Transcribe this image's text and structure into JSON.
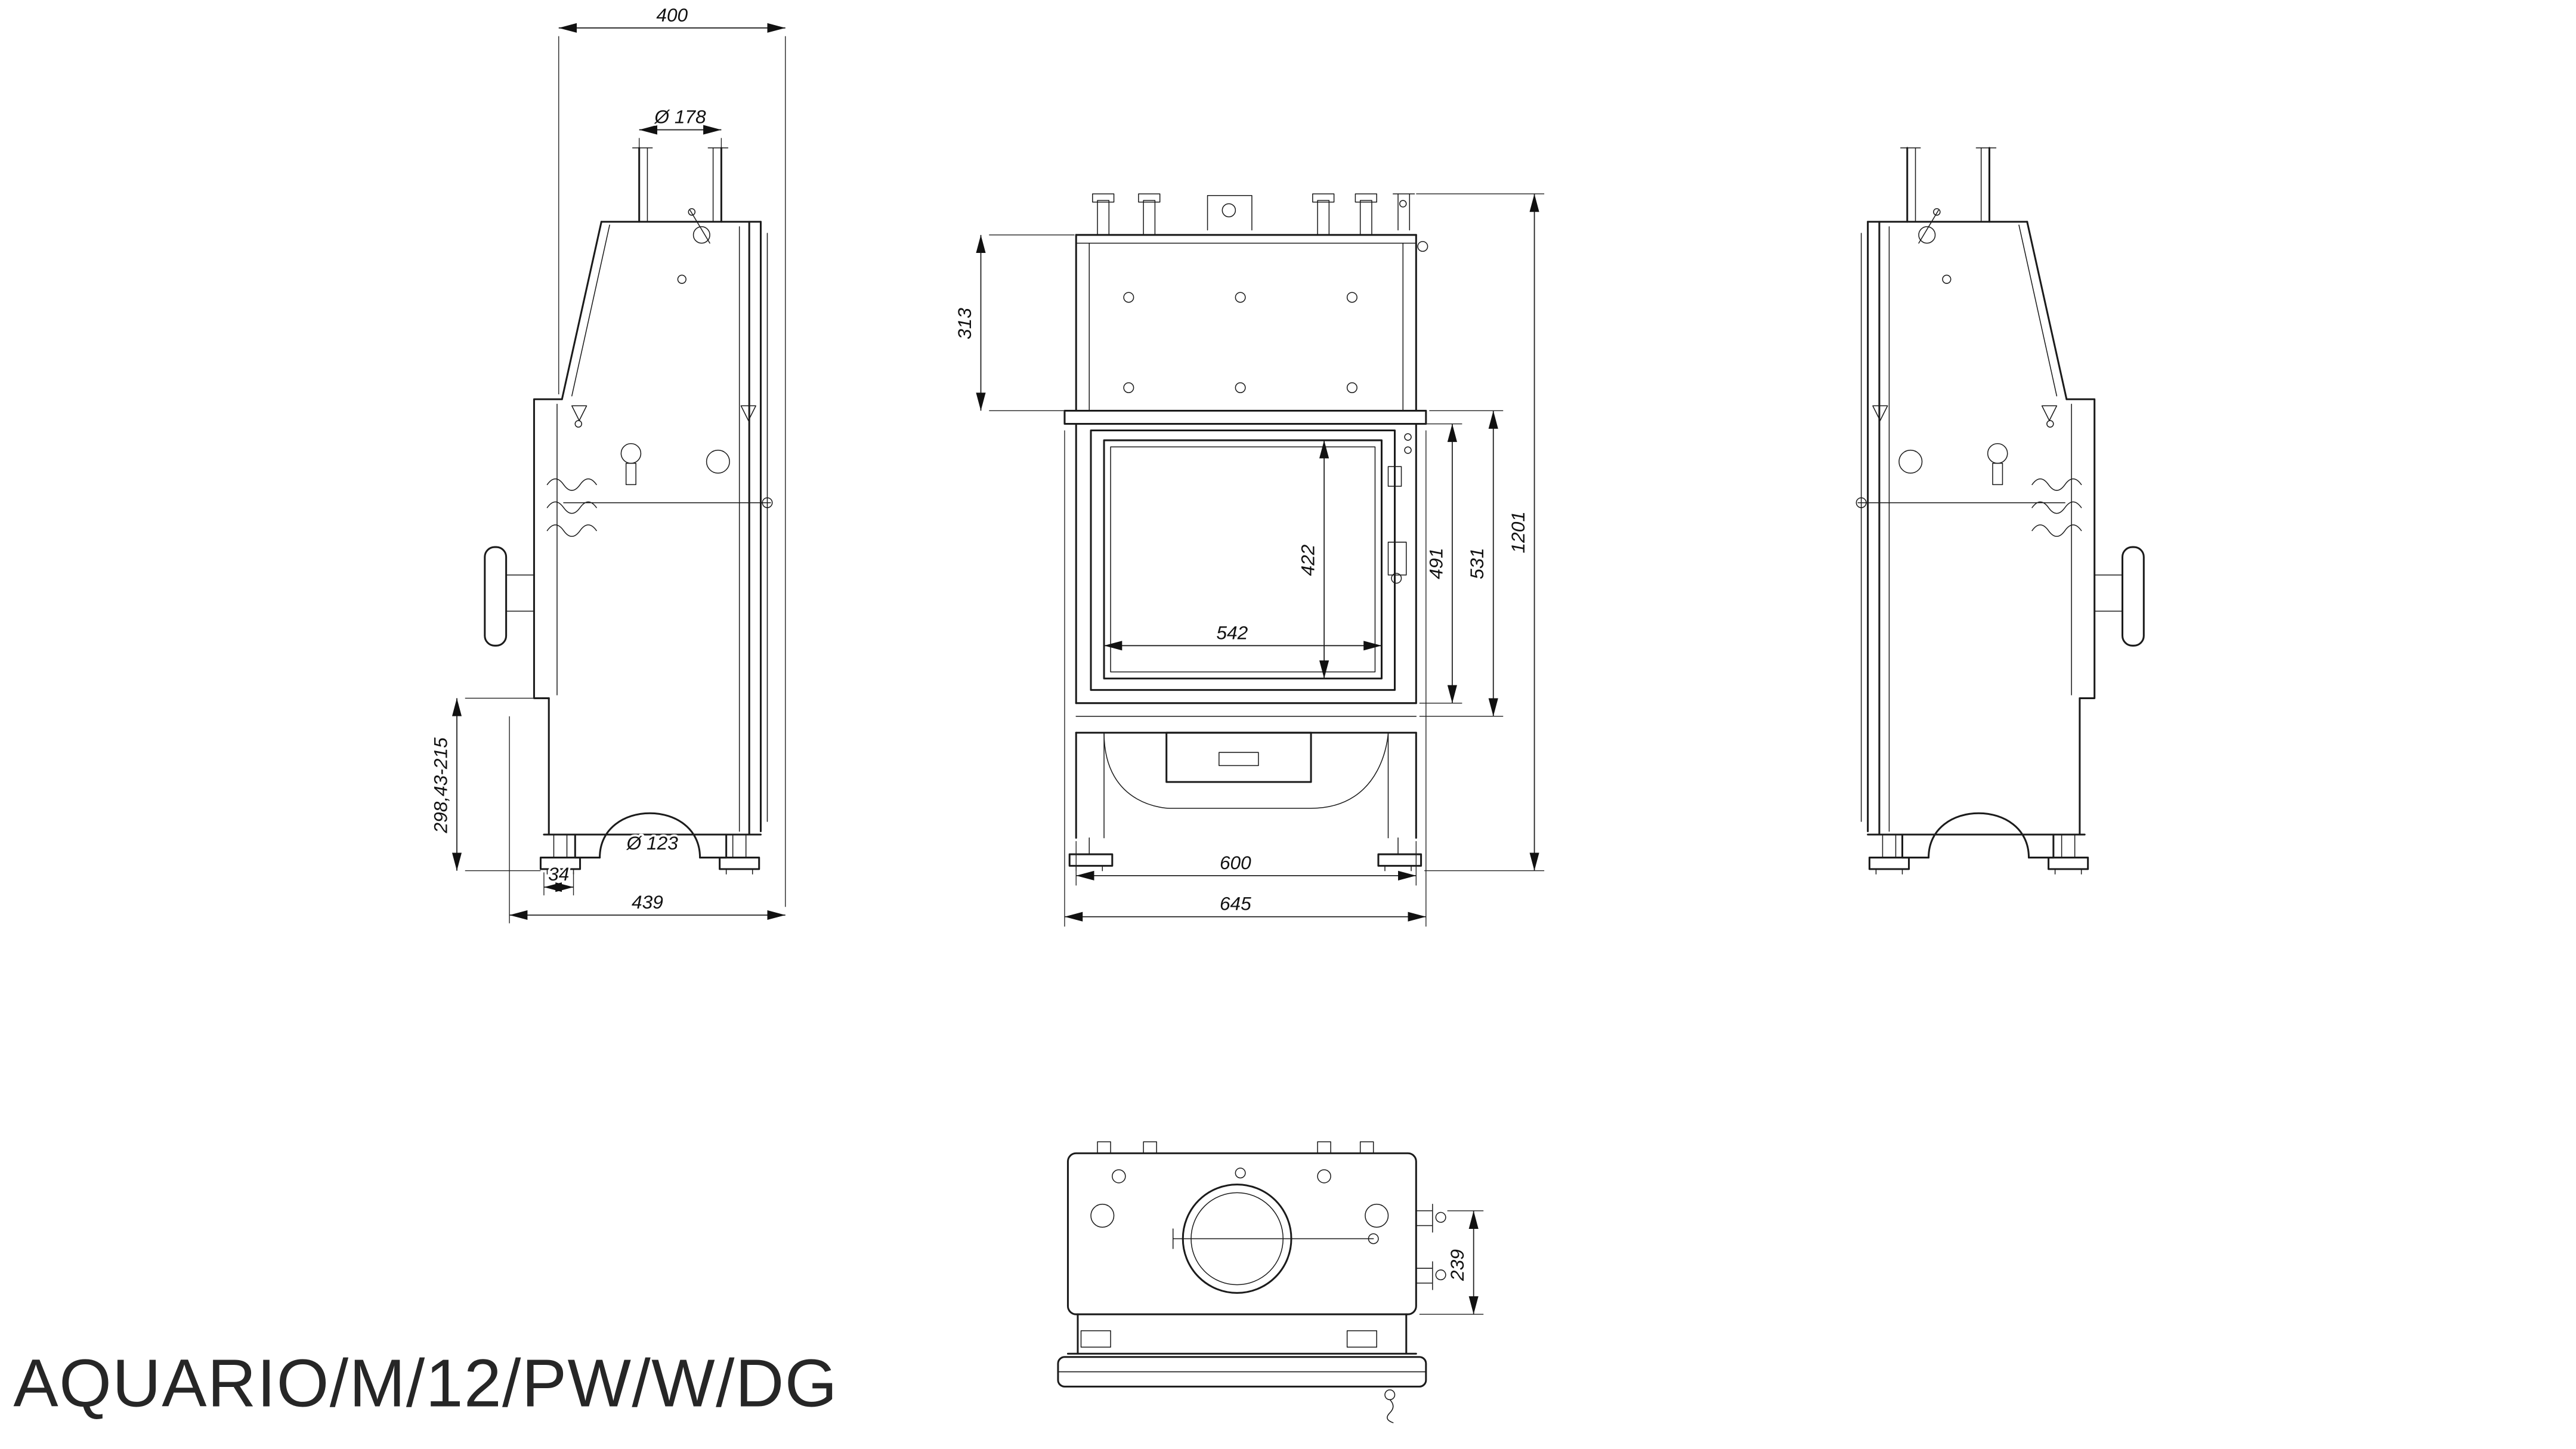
{
  "title": "AQUARIO/M/12/PW/W/DG",
  "dims": {
    "side": {
      "top_width": "400",
      "flue_diameter": "Ø 178",
      "height_range": "298,43-215",
      "foot_offset": "34",
      "depth": "439",
      "arch_diameter": "Ø 123"
    },
    "front": {
      "top_section_height": "313",
      "glass_height": "422",
      "firebox_height": "491",
      "body_height": "531",
      "total_height": "1201",
      "glass_width": "542",
      "body_width": "600",
      "total_width": "645"
    },
    "top": {
      "depth": "239"
    }
  }
}
